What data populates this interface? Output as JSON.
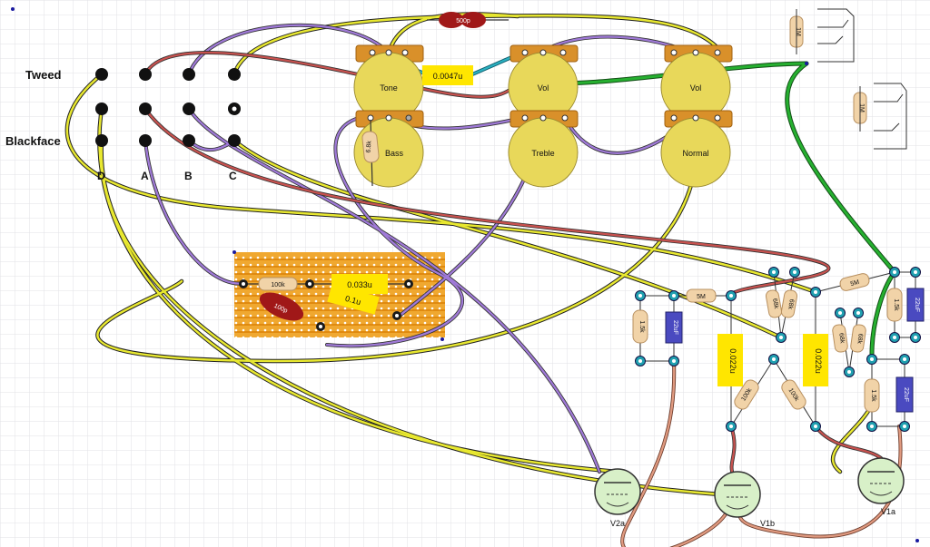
{
  "switch": {
    "rows": [
      "Tweed",
      "Blackface"
    ],
    "columns": [
      "D",
      "A",
      "B",
      "C"
    ]
  },
  "pots": [
    {
      "id": "tone",
      "label": "Tone"
    },
    {
      "id": "vol1",
      "label": "Vol"
    },
    {
      "id": "vol2",
      "label": "Vol"
    },
    {
      "id": "bass",
      "label": "Bass"
    },
    {
      "id": "treble",
      "label": "Treble"
    },
    {
      "id": "normal",
      "label": "Normal"
    }
  ],
  "capacitors": {
    "c500p": "500p",
    "c0047u": "0.0047u",
    "c033u": "0.033u",
    "c01u": "0.1u",
    "c100p": "100p",
    "c0022u_a": "0.022u",
    "c0022u_b": "0.022u",
    "c22uf_a": "22uF",
    "c22uf_b": "22uF",
    "c22uf_c": "22uF"
  },
  "resistors": {
    "r68k_bass": "6.8k",
    "r100k_board": "100k",
    "r1m_a": "1M",
    "r1m_b": "1M",
    "r15k_a": "1.5k",
    "r15k_b": "1.5k",
    "r15k_c": "1.5k",
    "r5m_a": "5M",
    "r5m_b": "5M",
    "r68k_a": "68k",
    "r68k_b": "68k",
    "r68k_c": "68k",
    "r68k_d": "68k",
    "r100k_a": "100k",
    "r100k_b": "100k"
  },
  "tubes": [
    "V2a",
    "V1b",
    "V1a"
  ],
  "colors": {
    "wire_yellow": "#e8e830",
    "wire_purple": "#9b6fd0",
    "wire_red": "#c0504d",
    "wire_green": "#22a02a",
    "wire_teal": "#20a0b0",
    "pot_fill": "#e8d85a",
    "pot_tab": "#d9902a",
    "board": "#f0a830",
    "cap_yellow": "#ffe600",
    "cap_red": "#a01818",
    "cap_blue": "#3c3ca8",
    "resistor": "#f1d3a8",
    "tube": "#d8f0c8"
  }
}
